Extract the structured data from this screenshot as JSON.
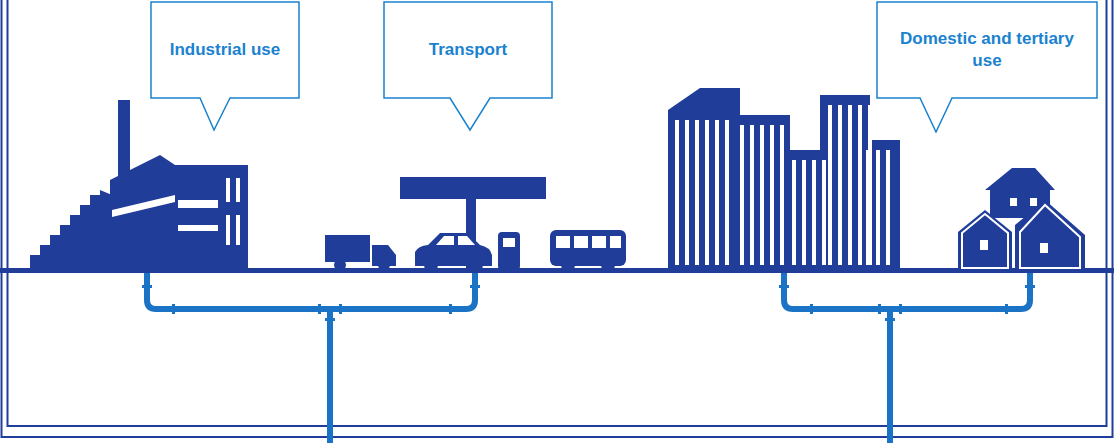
{
  "diagram": {
    "nodes": [
      {
        "text": [
          "Industrial use"
        ]
      },
      {
        "text": [
          "Transport"
        ]
      },
      {
        "text": [
          "Domestic and tertiary use"
        ]
      }
    ]
  }
}
